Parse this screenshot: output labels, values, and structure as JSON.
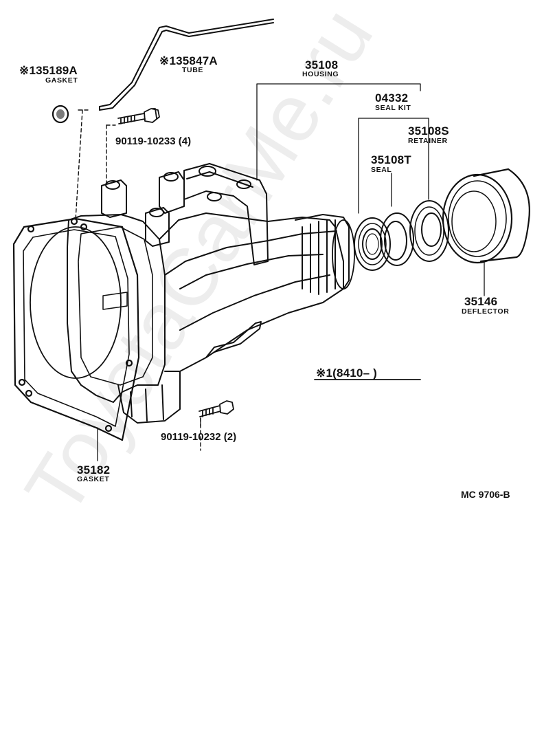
{
  "watermark": "ToyotaCarMe.ru",
  "parts": [
    {
      "id": "gasket-small",
      "mark": "※1",
      "number": "35189A",
      "name": "GASKET"
    },
    {
      "id": "tube",
      "mark": "※1",
      "number": "35847A",
      "name": "TUBE"
    },
    {
      "id": "housing",
      "mark": "",
      "number": "35108",
      "name": "HOUSING"
    },
    {
      "id": "seal-kit",
      "mark": "",
      "number": "04332",
      "name": "SEAL KIT"
    },
    {
      "id": "retainer",
      "mark": "",
      "number": "35108S",
      "name": "RETAINER"
    },
    {
      "id": "seal",
      "mark": "",
      "number": "35108T",
      "name": "SEAL"
    },
    {
      "id": "deflector",
      "mark": "",
      "number": "35146",
      "name": "DEFLECTOR"
    },
    {
      "id": "gasket-large",
      "mark": "",
      "number": "35182",
      "name": "GASKET"
    }
  ],
  "bolts": [
    {
      "id": "bolt-upper",
      "text": "90119-10233 (4)"
    },
    {
      "id": "bolt-lower",
      "text": "90119-10232 (2)"
    }
  ],
  "footnote": {
    "mark": "※1",
    "text": "(8410–        )"
  },
  "reference": "MC  9706-B"
}
